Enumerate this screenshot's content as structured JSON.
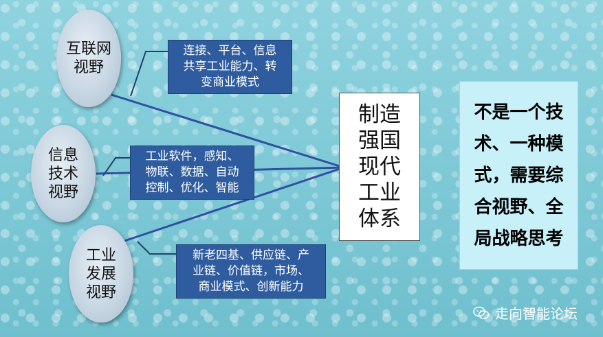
{
  "views": [
    {
      "id": "internet",
      "label": "互联网\n视野",
      "detail": "连接、平台、信息\n共享工业能力、转\n变商业模式"
    },
    {
      "id": "it",
      "label": "信息\n技术\n视野",
      "detail": "工业软件，感知、\n物联、数据、自动\n控制、优化、智能"
    },
    {
      "id": "industry",
      "label": "工业\n发展\n视野",
      "detail": "新老四基、供应链、产\n业链、价值链，市场、\n商业模式、创新能力"
    }
  ],
  "center": {
    "label": "制造\n强国\n现代\n工业\n体系"
  },
  "summary": {
    "text": "不是一个技\n术、一种模\n式，需要综\n合视野、全\n局战略思考"
  },
  "watermark": {
    "text": "走向智能论坛",
    "icon": "wechat-icon"
  },
  "colors": {
    "box_blue": "#2f5c9e",
    "summary_bg": "#c8f0f9",
    "ellipse": "#c7d6e3"
  }
}
